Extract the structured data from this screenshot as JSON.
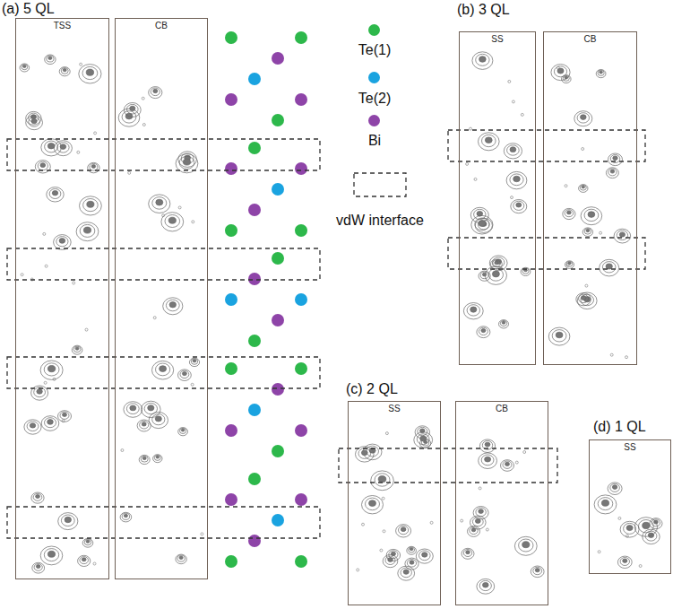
{
  "diagram": {
    "nodes": [
      {
        "text": [
          "TSS"
        ]
      },
      {
        "text": [
          "CB"
        ]
      },
      {
        "text": [
          "SS"
        ]
      },
      {
        "text": [
          "CB"
        ]
      },
      {
        "text": [
          "SS"
        ]
      },
      {
        "text": [
          "CB"
        ]
      },
      {
        "text": [
          "SS"
        ]
      }
    ],
    "labels": [
      "(a) 5 QL",
      "(b) 3 QL",
      "(c) 2 QL",
      "(d) 1 QL"
    ],
    "legend": [
      {
        "text": "Te(1)",
        "color": "#2db84b"
      },
      {
        "text": "Te(2)",
        "color": "#1aa3e0"
      },
      {
        "text": "Bi",
        "color": "#8e44a8"
      },
      {
        "text": "vdW interface"
      }
    ]
  }
}
